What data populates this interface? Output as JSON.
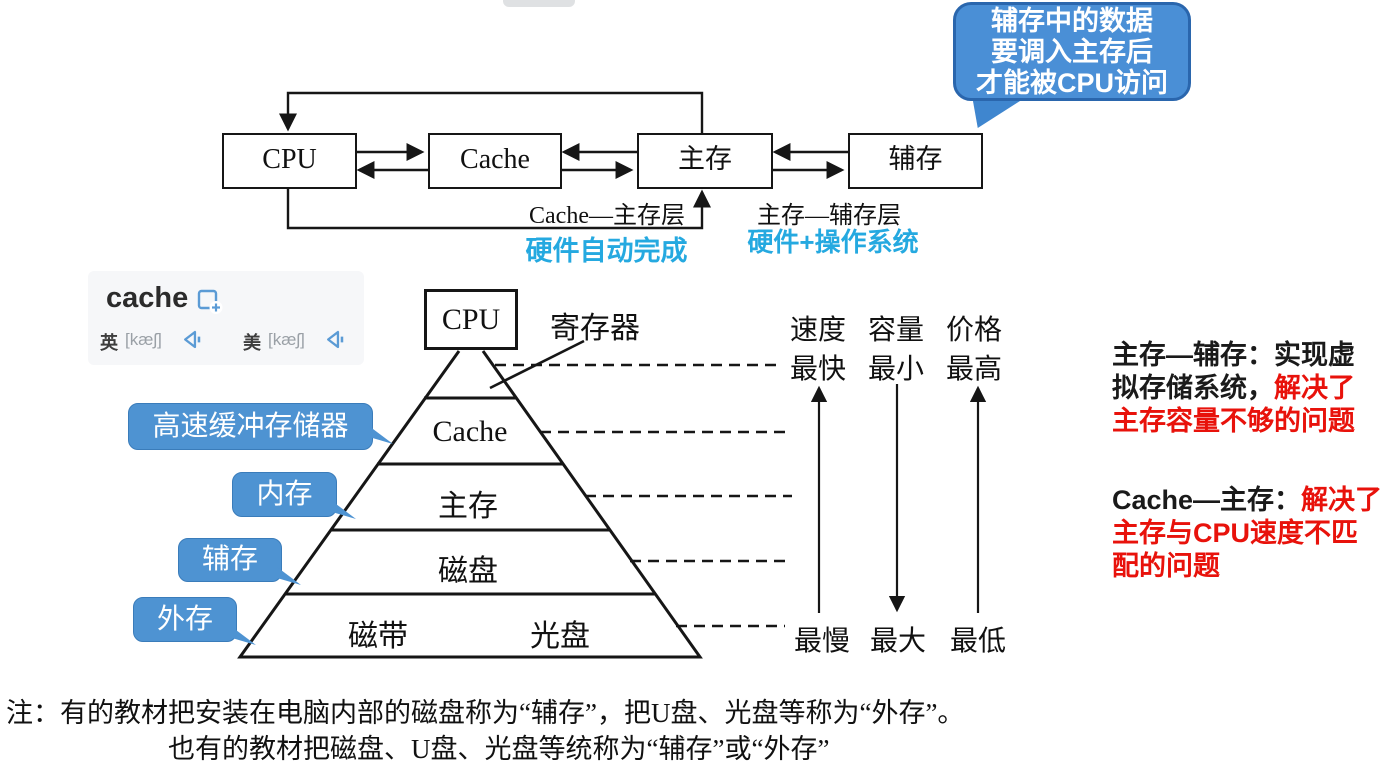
{
  "colors": {
    "callout_blue": "#4e93d2",
    "bubble_blue": "#4a8fd6",
    "cyan_caption": "#25a9e0",
    "highlight_red": "#e8120b",
    "line_black": "#161616",
    "dict_icon_blue": "#5b9bd5"
  },
  "bubble": {
    "lines": [
      "辅存中的数据",
      "要调入主存后",
      "才能被CPU访问"
    ]
  },
  "flow": {
    "box_labels": [
      "CPU",
      "Cache",
      "主存",
      "辅存"
    ],
    "layer_labels": {
      "cache_main": "Cache—主存层",
      "main_aux": "主存—辅存层"
    },
    "captions": {
      "hardware_auto": "硬件自动完成",
      "hardware_os": "硬件+操作系统"
    }
  },
  "dictionary": {
    "word": "cache",
    "uk_label": "英",
    "uk_phonetic": "[kæʃ]",
    "us_label": "美",
    "us_phonetic": "[kæʃ]"
  },
  "pyramid": {
    "top_box": "CPU",
    "register_label": "寄存器",
    "levels": [
      "Cache",
      "主存",
      "磁盘"
    ],
    "bottom_items": [
      "磁带",
      "光盘"
    ],
    "callouts": [
      "高速缓冲存储器",
      "内存",
      "辅存",
      "外存"
    ]
  },
  "metrics": {
    "headers": [
      "速度",
      "容量",
      "价格"
    ],
    "top_values": [
      "最快",
      "最小",
      "最高"
    ],
    "bottom_values": [
      "最慢",
      "最大",
      "最低"
    ]
  },
  "annotations": {
    "p1_lines": [
      {
        "black": "主存—辅存：实现虚",
        "red": ""
      },
      {
        "black": "拟存储系统，",
        "red": "解决了"
      },
      {
        "black": "",
        "red": "主存容量不够的问题"
      }
    ],
    "p2_lines": [
      {
        "black": "Cache—主存：",
        "red": "解决了"
      },
      {
        "black": "",
        "red": "主存与CPU速度不匹"
      },
      {
        "black": "",
        "red": "配的问题"
      }
    ]
  },
  "note": {
    "line1": "注：有的教材把安装在电脑内部的磁盘称为“辅存”，把U盘、光盘等称为“外存”。",
    "line2": "也有的教材把磁盘、U盘、光盘等统称为“辅存”或“外存”"
  }
}
